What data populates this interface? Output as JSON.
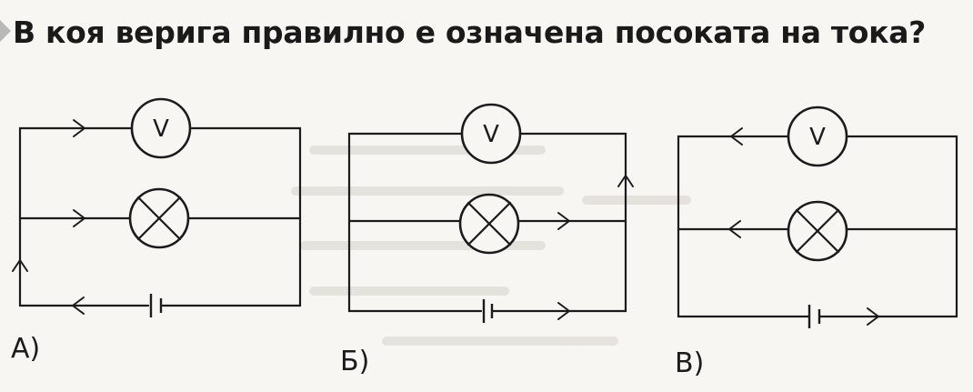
{
  "question": "В коя верига правилно е означена посоката на тока?",
  "options": [
    {
      "label": "А)"
    },
    {
      "label": "Б)"
    },
    {
      "label": "В)"
    }
  ],
  "voltmeter_symbol": "V",
  "lamp_symbol": "⊗",
  "colors": {
    "ink": "#1b1b1b",
    "paper": "#f7f6f2"
  }
}
